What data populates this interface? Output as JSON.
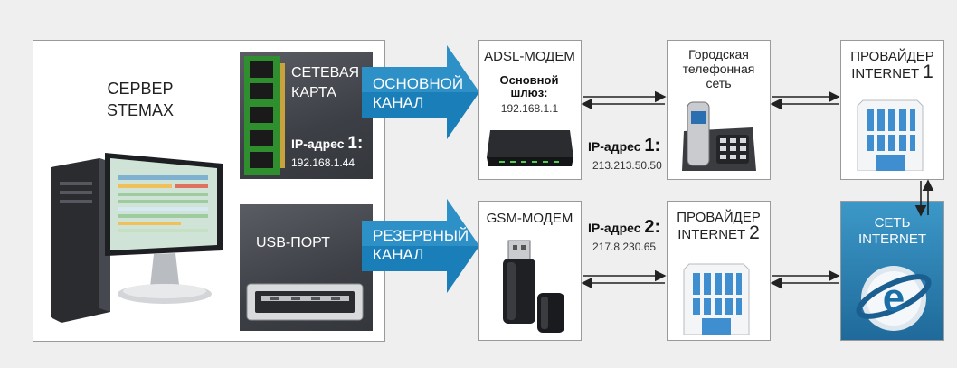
{
  "server": {
    "title": "СЕРВЕР STEMAX"
  },
  "network_card": {
    "label": "СЕТЕВАЯ КАРТА",
    "ip_label": "IP-адрес",
    "ip_num": "1:",
    "ip_value": "192.168.1.44"
  },
  "usb_port": {
    "label": "USB-ПОРТ"
  },
  "main_channel": {
    "label": "ОСНОВНОЙ КАНАЛ"
  },
  "backup_channel": {
    "label": "РЕЗЕРВНЫЙ КАНАЛ"
  },
  "adsl_modem": {
    "title": "ADSL-МОДЕМ",
    "gateway_label": "Основной шлюз:",
    "gateway_value": "192.168.1.1"
  },
  "wan_ip_1": {
    "label": "IP-адрес",
    "num": "1:",
    "value": "213.213.50.50"
  },
  "city_phone": {
    "title": "Городская телефонная сеть"
  },
  "provider_1": {
    "title": "ПРОВАЙДЕР INTERNET",
    "num": "1"
  },
  "gsm_modem": {
    "title": "GSM-МОДЕМ"
  },
  "wan_ip_2": {
    "label": "IP-адрес",
    "num": "2:",
    "value": "217.8.230.65"
  },
  "provider_2": {
    "title": "ПРОВАЙДЕР INTERNET",
    "num": "2"
  },
  "internet": {
    "title": "СЕТЬ INTERNET"
  },
  "colors": {
    "arrow_blue": "#1a7fb8",
    "panel_dark": "#3c3f45",
    "internet_blue": "#2a7fb0",
    "chip_green": "#2f8f2f"
  }
}
